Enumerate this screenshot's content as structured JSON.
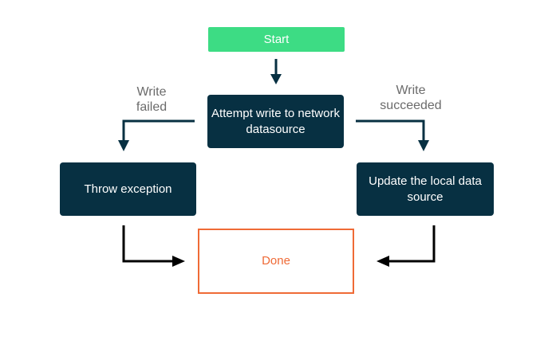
{
  "nodes": {
    "start": "Start",
    "attempt": "Attempt write to network datasource",
    "throw": "Throw exception",
    "update": "Update the local data source",
    "done": "Done"
  },
  "edges": {
    "failed_line1": "Write",
    "failed_line2": "failed",
    "succeeded_line1": "Write",
    "succeeded_line2": "succeeded"
  },
  "colors": {
    "start_fill": "#3ddc84",
    "dark_fill": "#073042",
    "done_stroke": "#ef6a36",
    "arrow": "#073042",
    "arrow_bottom": "#000000",
    "edge_label": "#6b6b6b"
  }
}
